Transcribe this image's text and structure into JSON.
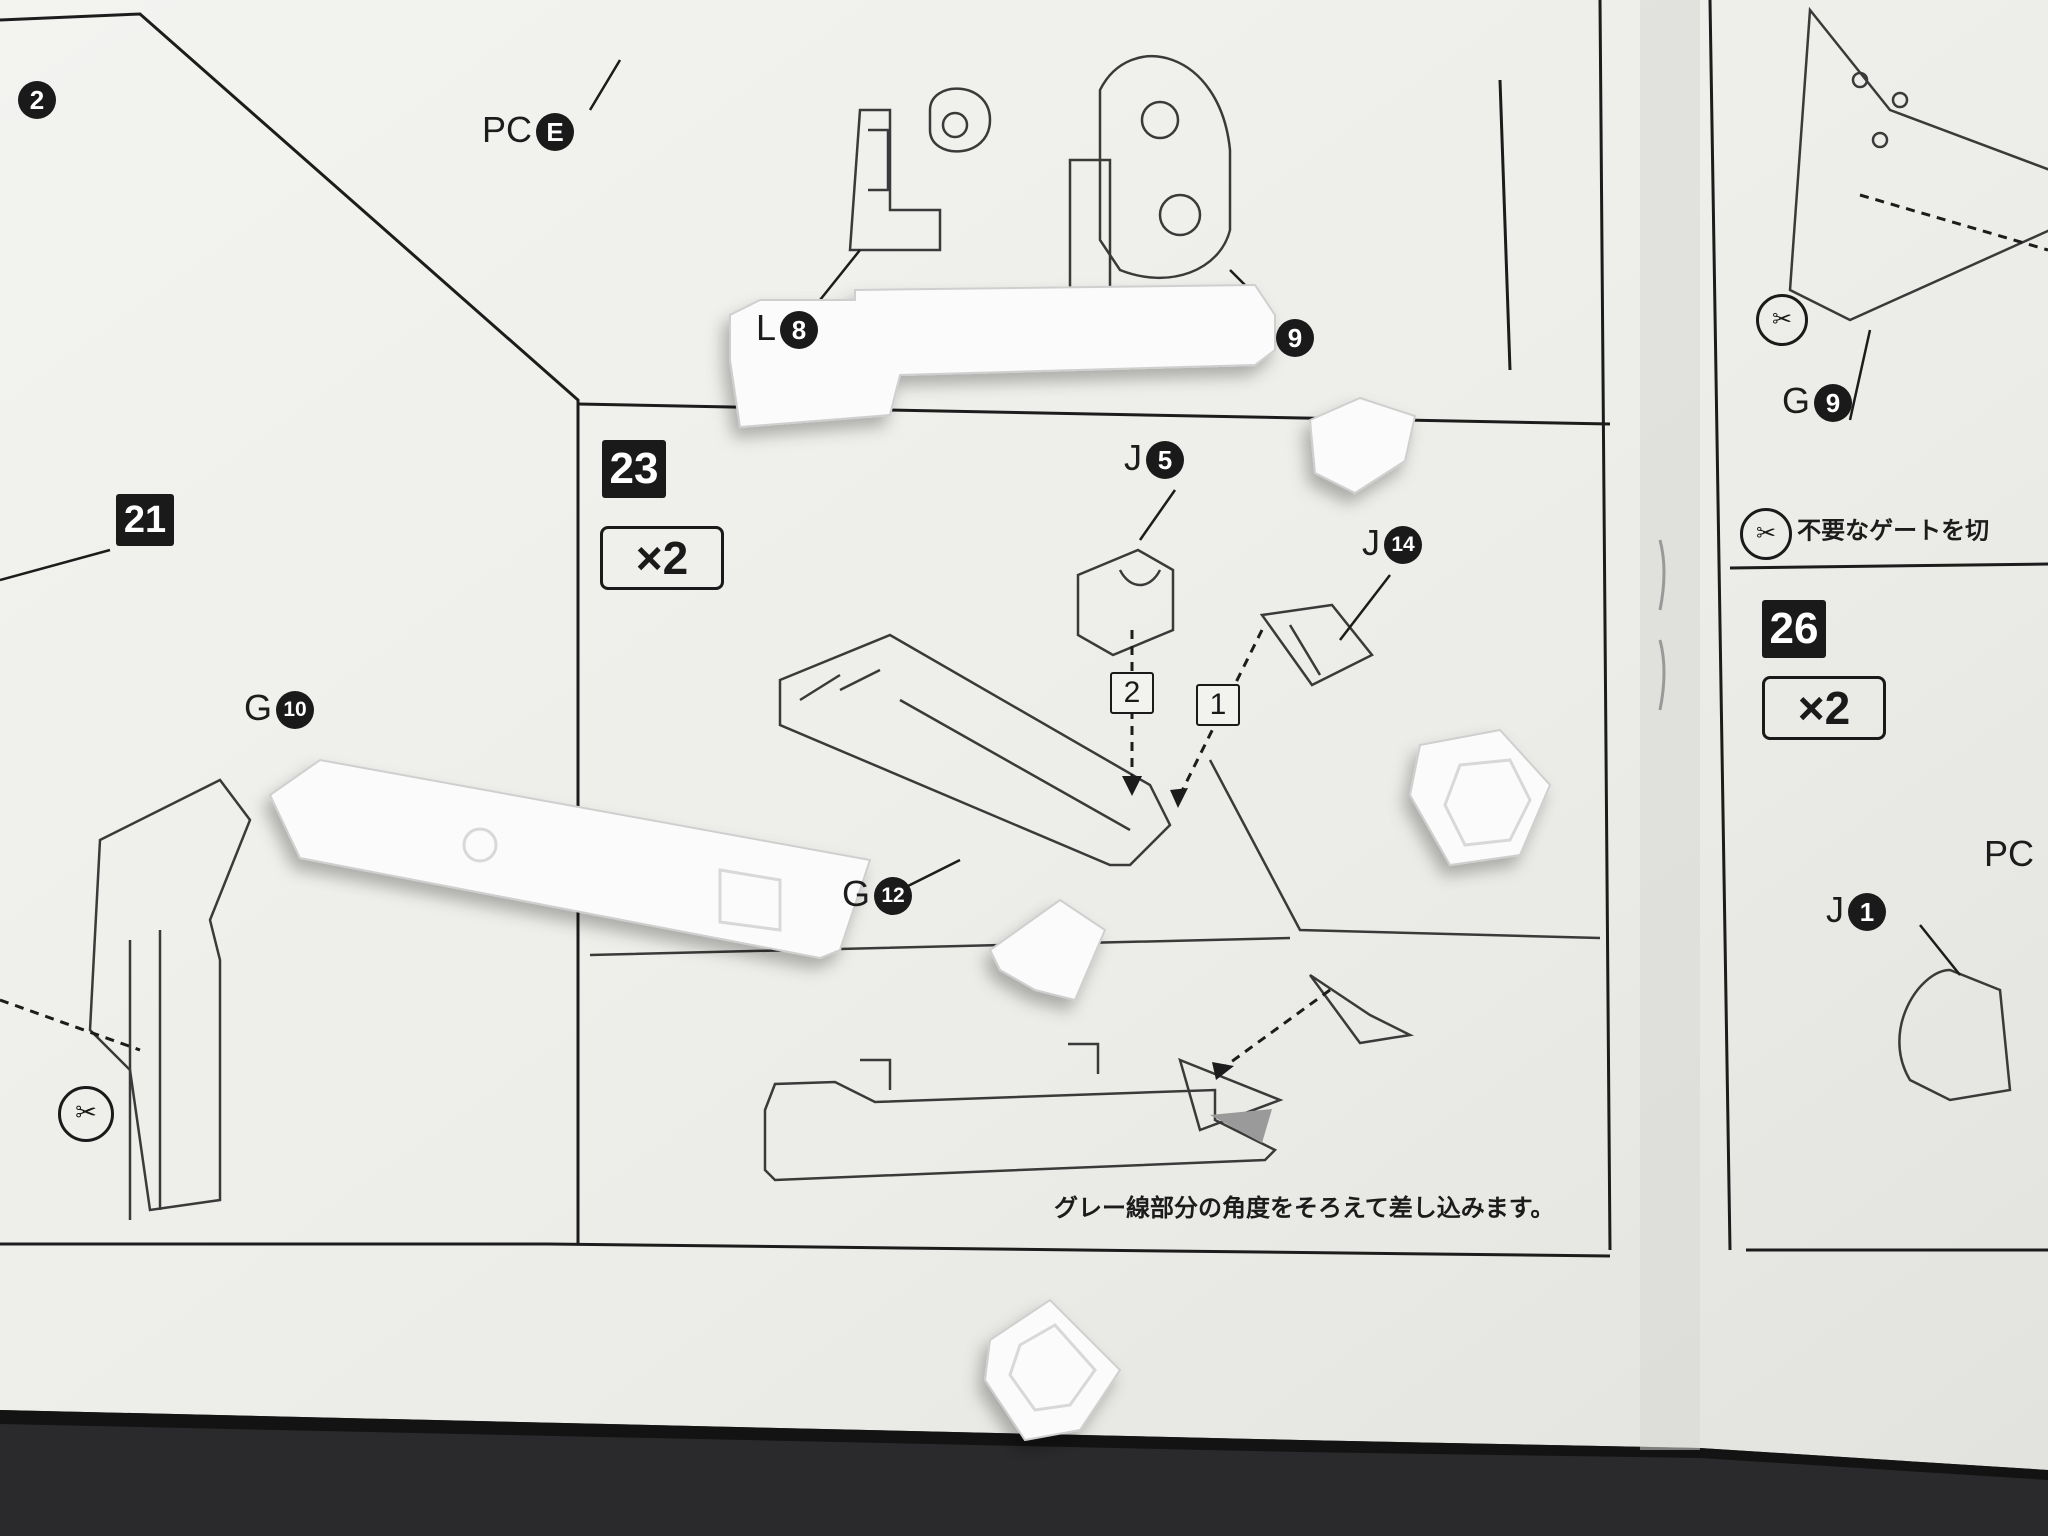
{
  "scene": {
    "labels": {
      "pc_e_prefix": "PC",
      "pc_e_num": "E",
      "l8_prefix": "L",
      "l8_num": "8",
      "n9_num": "9",
      "top_left_num": "2",
      "j5_prefix": "J",
      "j5_num": "5",
      "j14_prefix": "J",
      "j14_num": "14",
      "g10_prefix": "G",
      "g10_num": "10",
      "g12_prefix": "G",
      "g12_num": "12",
      "g9_prefix": "G",
      "g9_num": "9",
      "pc_right_prefix": "PC",
      "j1_prefix": "J",
      "j1_num": "1"
    },
    "steps": {
      "step_21": "21",
      "step_23": "23",
      "step_23_multiplier": "×2",
      "step_26": "26",
      "step_26_multiplier": "×2"
    },
    "sequence_markers": {
      "first": "1",
      "second": "2"
    },
    "notes": {
      "gate_note": "不要なゲートを切",
      "insert_note": "グレー線部分の角度をそろえて差し込みます。"
    },
    "colors": {
      "paper": "#eeeeea",
      "ink": "#1a1a1a",
      "plastic": "#fbfbfb",
      "table": "#2a2a2c"
    }
  }
}
